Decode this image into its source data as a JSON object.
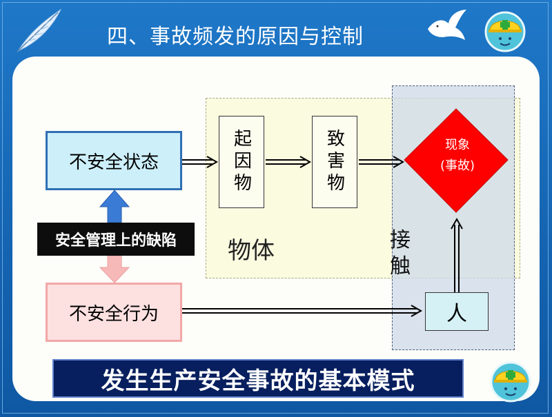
{
  "title": "四、事故频发的原因与控制",
  "diagram": {
    "unsafe_state": "不安全状态",
    "unsafe_behavior": "不安全行为",
    "management_defect": "安全管理上的缺陷",
    "cause_object": "起因物",
    "causer_object": "致害物",
    "object_region_label": "物体",
    "contact_label": "接触",
    "person": "人",
    "phenomenon_line1": "现象",
    "phenomenon_line2": "(事故)"
  },
  "bottom_caption": "发生生产安全事故的基本模式",
  "colors": {
    "background_blue": "#1565b3",
    "unsafe_state_fill": "#cdeffa",
    "unsafe_behavior_fill": "#fde0e0",
    "diamond_red": "#ff0000",
    "up_arrow_blue": "#3a7bd5",
    "down_arrow_pink": "#f7b8b8",
    "caption_bar": "#071f5e"
  },
  "icons": [
    "feather-icon",
    "dove-icon",
    "safety-helmet-mascot-icon"
  ]
}
